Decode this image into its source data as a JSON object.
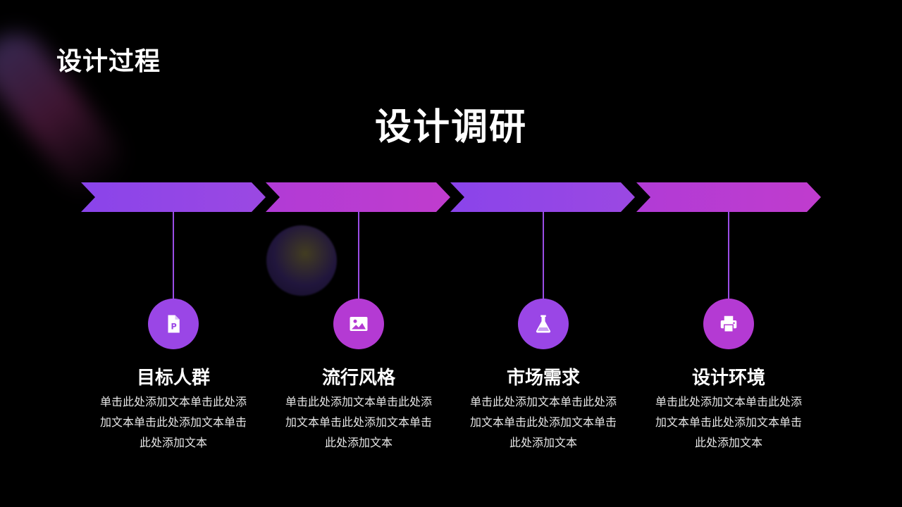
{
  "slide": {
    "section_title": "设计过程",
    "main_title": "设计调研"
  },
  "colors": {
    "violet": "#8e44e8",
    "magenta": "#b43ad3",
    "background": "#000000"
  },
  "items": [
    {
      "title": "目标人群",
      "desc": "单击此处添加文本单击此处添加文本单击此处添加文本单击此处添加文本",
      "icon": "document-p-icon",
      "color": "#9a46e6"
    },
    {
      "title": "流行风格",
      "desc": "单击此处添加文本单击此处添加文本单击此处添加文本单击此处添加文本",
      "icon": "image-icon",
      "color": "#b43ad3"
    },
    {
      "title": "市场需求",
      "desc": "单击此处添加文本单击此处添加文本单击此处添加文本单击此处添加文本",
      "icon": "flask-icon",
      "color": "#9a46e6"
    },
    {
      "title": "设计环境",
      "desc": "单击此处添加文本单击此处添加文本单击此处添加文本单击此处添加文本",
      "icon": "printer-icon",
      "color": "#b43ad3"
    }
  ]
}
